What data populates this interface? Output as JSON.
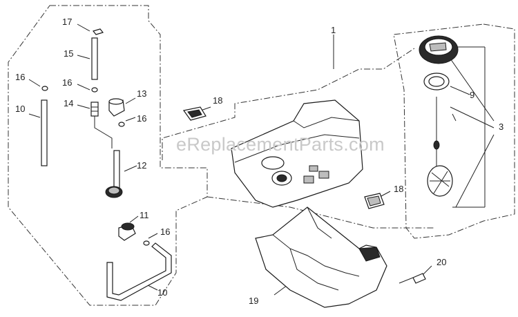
{
  "watermark": "eReplacementParts.com",
  "labels": {
    "p1": "1",
    "p3": "3",
    "p9": "9",
    "p10a": "10",
    "p10b": "10",
    "p11": "11",
    "p12": "12",
    "p13": "13",
    "p14": "14",
    "p15": "15",
    "p16a": "16",
    "p16b": "16",
    "p16c": "16",
    "p16d": "16",
    "p17": "17",
    "p18a": "18",
    "p18b": "18",
    "p19": "19",
    "p20": "20"
  }
}
